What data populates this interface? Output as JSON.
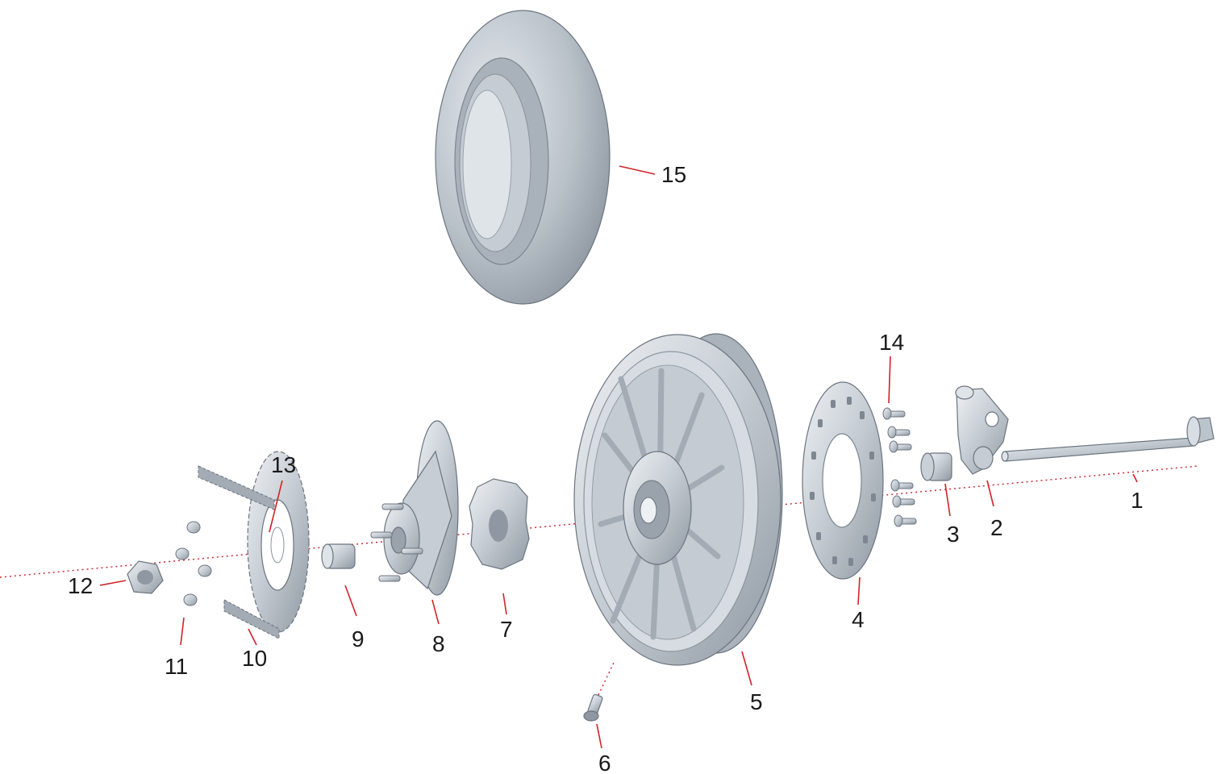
{
  "diagram": {
    "part_labels": [
      "1",
      "2",
      "3",
      "4",
      "5",
      "6",
      "7",
      "8",
      "9",
      "10",
      "11",
      "12",
      "13",
      "14",
      "15"
    ],
    "colors": {
      "background": "#ffffff",
      "part_gray": "#b8c0c8",
      "part_light": "#dfe4e9",
      "part_dark": "#7e8791",
      "leader_red": "#d2232a",
      "label_text": "#1a1a1a"
    }
  }
}
